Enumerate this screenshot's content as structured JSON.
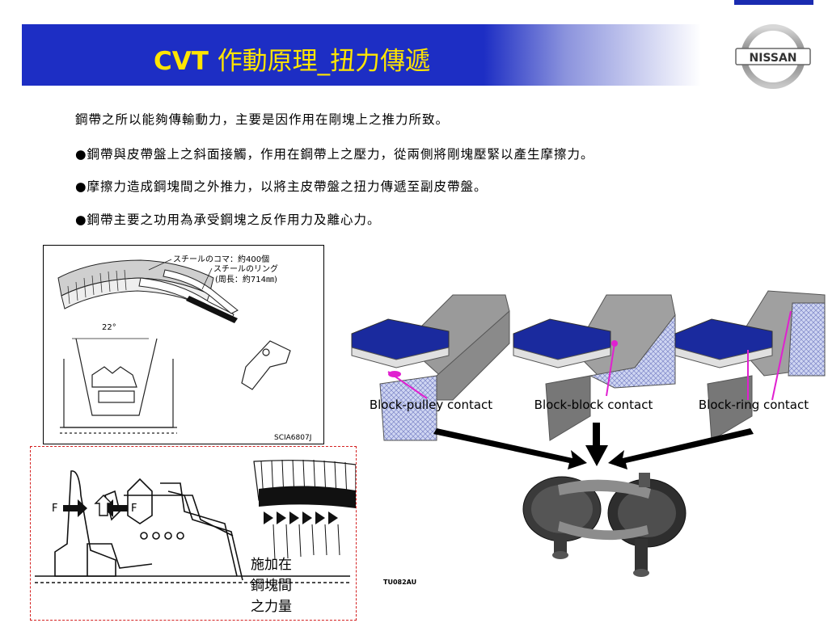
{
  "title": {
    "prefix": "CVT ",
    "main": "作動原理_扭力傳遞"
  },
  "logo": {
    "text": "NISSAN"
  },
  "bullets": [
    "鋼帶之所以能夠傳輸動力，主要是因作用在剛塊上之推力所致。",
    "●鋼帶與皮帶盤上之斜面接觸，作用在鋼帶上之壓力，從兩側將剛塊壓緊以產生摩擦力。",
    "●摩擦力造成鋼塊間之外推力，以將主皮帶盤之扭力傳遞至副皮帶盤。",
    "●鋼帶主要之功用為承受鋼塊之反作用力及離心力。"
  ],
  "figure_top_left": {
    "label_blocks": "スチールのコマ：約400個",
    "label_ring": "スチールのリング",
    "label_length": "(周長：約714㎜)",
    "angle": "22°",
    "code": "SCIA6807J"
  },
  "figure_bottom_left": {
    "force_left": "F",
    "force_right": "F",
    "caption_lines": [
      "施加在",
      "鋼塊間",
      "之力量"
    ]
  },
  "figure_right": {
    "captions": [
      "Block-pulley contact",
      "Block-block contact",
      "Block-ring contact"
    ],
    "code": "TU082AU"
  },
  "colors": {
    "title_bar": "#1d2ec4",
    "title_text": "#ffe500",
    "accent": "#e020d0"
  }
}
